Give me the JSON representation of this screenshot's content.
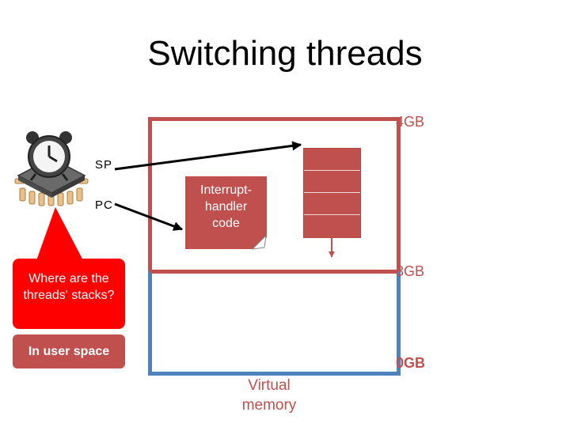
{
  "title": "Switching threads",
  "memory": {
    "label_4gb": "4GB",
    "label_3gb": "3GB",
    "label_0gb": "0GB",
    "caption": "Virtual memory",
    "kernel_color": "#c0504d",
    "user_color": "#4f81bd"
  },
  "registers": {
    "sp": "SP",
    "pc": "PC"
  },
  "handler": {
    "text": "Interrupt-handler code"
  },
  "callout": {
    "text": "Where are the threads' stacks?",
    "color": "#ff0000"
  },
  "answer": {
    "text": "In user space"
  },
  "icons": [
    "cpu-chip-icon",
    "alarm-clock-icon"
  ]
}
